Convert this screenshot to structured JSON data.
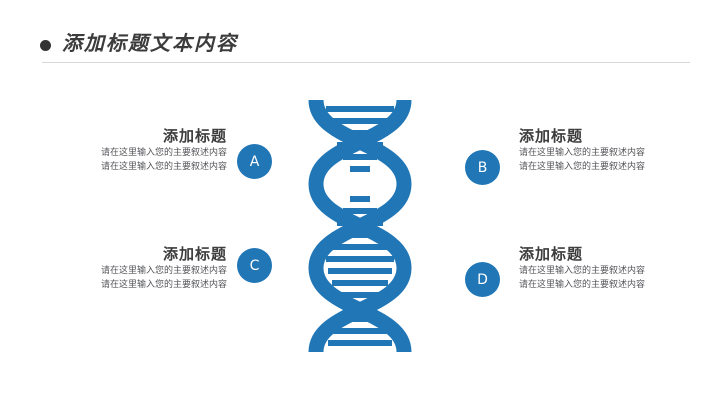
{
  "slide": {
    "background_color": "#ffffff",
    "accent_color": "#2176b6",
    "title": "添加标题文本内容",
    "bullet_color": "#333333",
    "divider_color": "#d8d8d8"
  },
  "graphic": {
    "name": "dna-double-helix",
    "color": "#2176b6",
    "rung_count": 22
  },
  "blocks": [
    {
      "id": "A",
      "badge_label": "A",
      "heading": "添加标题",
      "body_lines": [
        "请在这里输入您的主要叙述内容",
        "请在这里输入您的主要叙述内容"
      ]
    },
    {
      "id": "B",
      "badge_label": "B",
      "heading": "添加标题",
      "body_lines": [
        "请在这里输入您的主要叙述内容",
        "请在这里输入您的主要叙述内容"
      ]
    },
    {
      "id": "C",
      "badge_label": "C",
      "heading": "添加标题",
      "body_lines": [
        "请在这里输入您的主要叙述内容",
        "请在这里输入您的主要叙述内容"
      ]
    },
    {
      "id": "D",
      "badge_label": "D",
      "heading": "添加标题",
      "body_lines": [
        "请在这里输入您的主要叙述内容",
        "请在这里输入您的主要叙述内容"
      ]
    }
  ]
}
